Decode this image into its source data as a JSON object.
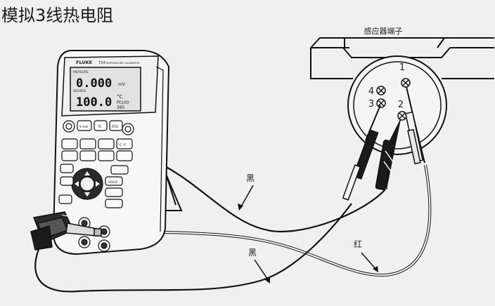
{
  "title": "模拟3线热电阻",
  "sensor_label": "感应器端子",
  "terminals": {
    "t1": "1",
    "t2": "2",
    "t3": "3",
    "t4": "4"
  },
  "wires": {
    "black_upper": "黑",
    "black_lower": "黑",
    "red": "红"
  },
  "meter": {
    "brand": "FLUKE",
    "model": "724",
    "subtitle": "TEMPERATURE CALIBRATOR",
    "measure_label": "MEASURE",
    "source_label": "SOURCE",
    "reading_top": "0.000",
    "unit_top": "mV",
    "reading_bottom": "100.0",
    "unit_bottom_1": "°C",
    "unit_bottom_2": "Pt100",
    "unit_bottom_3": "385",
    "btn_labels": [
      "V mA",
      "TC",
      "RTD",
      "",
      "",
      "°C °F",
      "",
      "HOLD"
    ]
  },
  "colors": {
    "line": "#111111",
    "panel": "#f4f4f4",
    "background": "#f0f0f0"
  }
}
